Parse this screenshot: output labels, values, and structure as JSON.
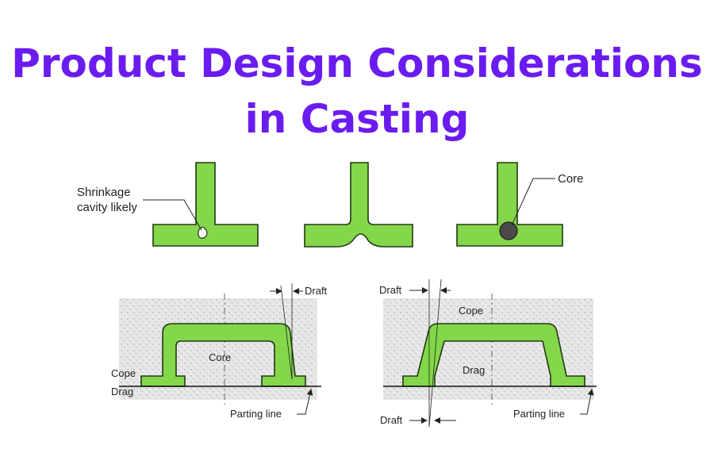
{
  "title": {
    "line1": "Product Design Considerations",
    "line2": "in Casting"
  },
  "top_row": {
    "shrinkage_label_line1": "Shrinkage",
    "shrinkage_label_line2": "cavity likely",
    "core_label": "Core"
  },
  "bottom_left": {
    "draft_label": "Draft",
    "core_label": "Core",
    "cope_label": "Cope",
    "drag_label": "Drag",
    "parting_line_label": "Parting line"
  },
  "bottom_right": {
    "draft_top_label": "Draft",
    "draft_bottom_label": "Draft",
    "cope_label": "Cope",
    "drag_label": "Drag",
    "parting_line_label": "Parting line"
  },
  "colors": {
    "title": "#6a1cf0",
    "casting_fill": "#84d64a",
    "casting_stroke": "#1e3a10",
    "sand": "#d9d9d9"
  }
}
